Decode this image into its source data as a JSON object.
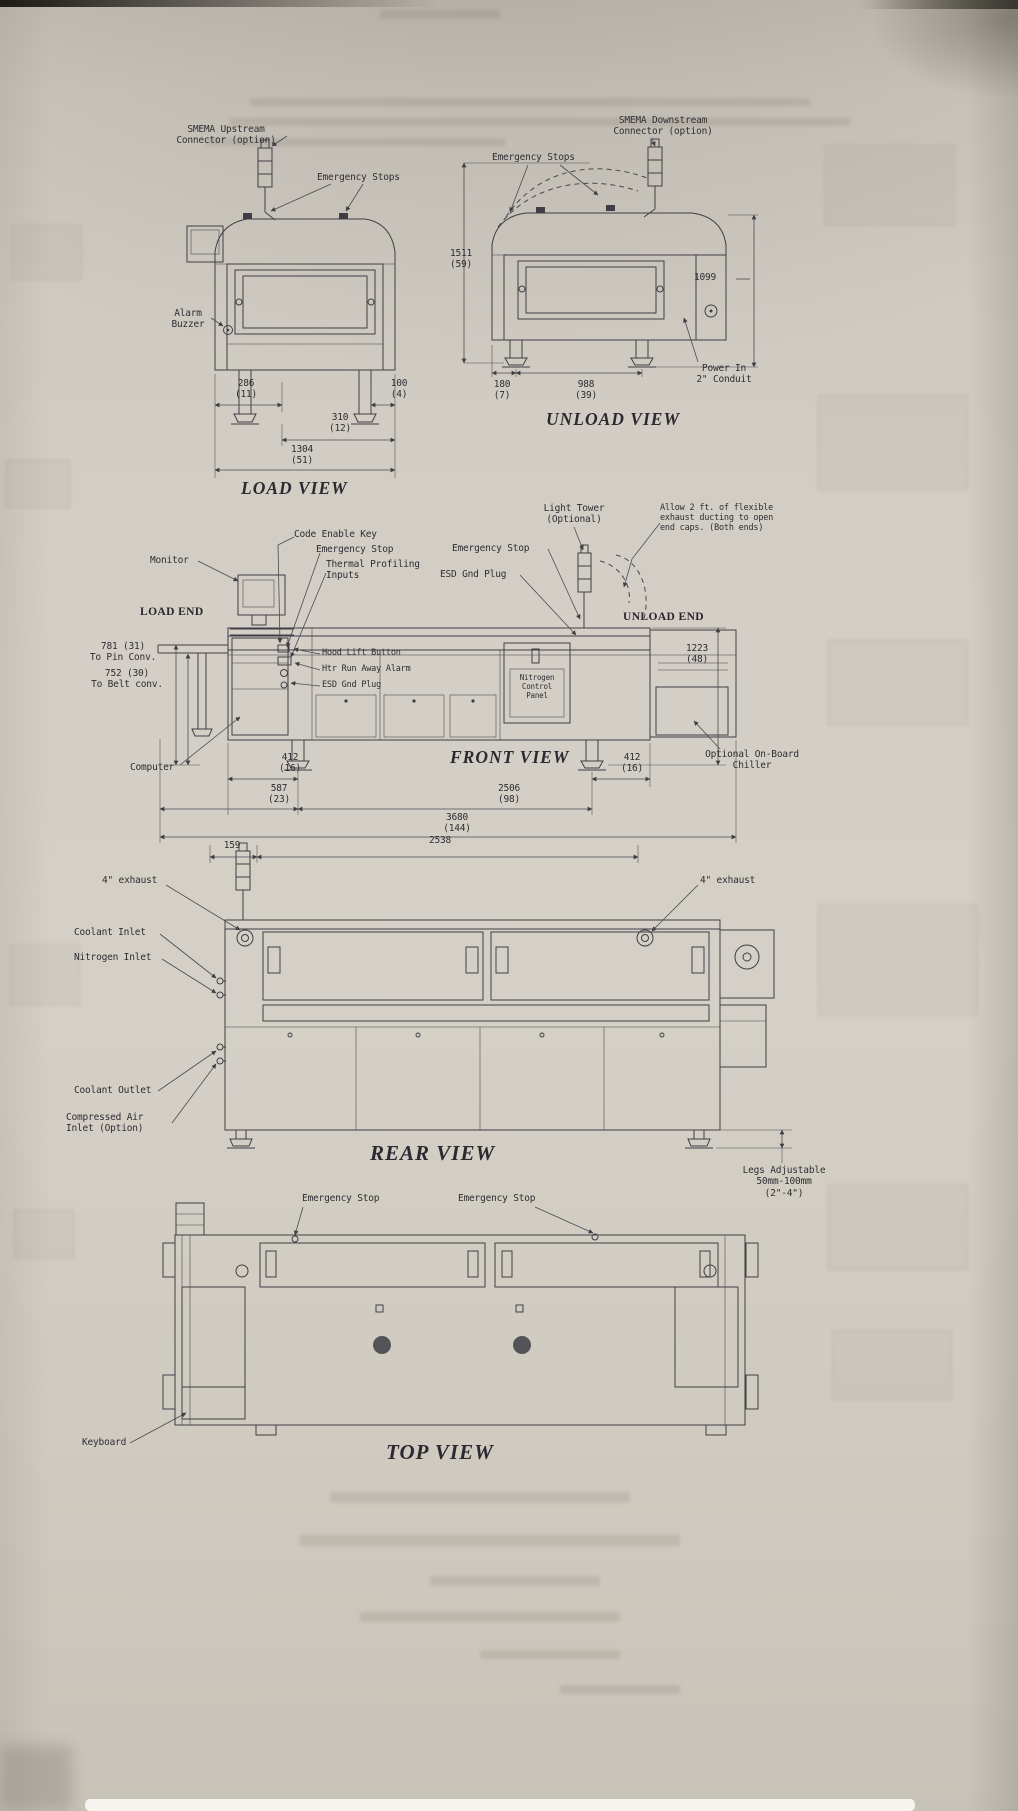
{
  "load_view": {
    "title": "LOAD VIEW",
    "smema": "SMEMA Upstream\nConnector (option)",
    "emergency_stops": "Emergency Stops",
    "alarm_buzzer": "Alarm\nBuzzer",
    "dim_286": "286\n(11)",
    "dim_100": "100\n(4)",
    "dim_310": "310\n(12)",
    "dim_1304": "1304\n(51)"
  },
  "unload_view": {
    "title": "UNLOAD VIEW",
    "smema": "SMEMA Downstream\nConnector (option)",
    "emergency_stops": "Emergency Stops",
    "dim_1511": "1511\n(59)",
    "dim_1099": "1099",
    "dim_180": "180\n(7)",
    "dim_988": "988\n(39)",
    "power_in": "Power In\n2\" Conduit"
  },
  "front_view": {
    "title": "FRONT VIEW",
    "monitor": "Monitor",
    "code_enable_key": "Code Enable Key",
    "emergency_stop_left": "Emergency Stop",
    "thermal_profiling": "Thermal Profiling\nInputs",
    "light_tower": "Light Tower\n(Optional)",
    "emergency_stop_right": "Emergency Stop",
    "esd_gnd_plug_top": "ESD Gnd Plug",
    "exhaust_note": "Allow 2 ft. of flexible\nexhaust ducting to open\nend caps. (Both ends)",
    "load_end": "LOAD END",
    "unload_end": "UNLOAD END",
    "dim_pin_conv": "781 (31)\nTo Pin Conv.",
    "dim_belt_conv": "752 (30)\nTo Belt conv.",
    "hood_lift_button": "Hood Lift Button",
    "htr_run_away_alarm": "Htr Run Away Alarm",
    "esd_gnd_plug_mid": "ESD Gnd Plug",
    "nitrogen_panel": "Nitrogen\nControl\nPanel",
    "computer": "Computer",
    "dim_1223": "1223\n(48)",
    "dim_412_left": "412\n(16)",
    "dim_412_right": "412\n(16)",
    "dim_587": "587\n(23)",
    "dim_2506": "2506\n(98)",
    "dim_3680": "3680\n(144)",
    "chiller": "Optional On-Board\nChiller"
  },
  "rear_view": {
    "title": "REAR VIEW",
    "dim_159": "159",
    "dim_2538": "2538",
    "exhaust_left": "4\" exhaust",
    "exhaust_right": "4\" exhaust",
    "coolant_inlet": "Coolant Inlet",
    "nitrogen_inlet": "Nitrogen Inlet",
    "coolant_outlet": "Coolant Outlet",
    "compressed_air": "Compressed Air\nInlet (Option)",
    "legs_adjustable": "Legs Adjustable\n50mm-100mm\n(2\"-4\")"
  },
  "top_view": {
    "title": "TOP VIEW",
    "emergency_stop_left": "Emergency Stop",
    "emergency_stop_right": "Emergency Stop",
    "keyboard": "Keyboard"
  }
}
